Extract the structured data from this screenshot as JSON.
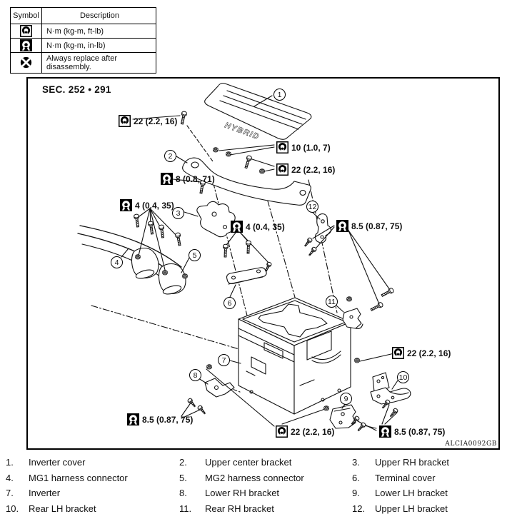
{
  "symbol_table": {
    "header": {
      "symbol": "Symbol",
      "description": "Description"
    },
    "rows": [
      {
        "icon": "torque-ftlb-icon",
        "description": "N·m (kg-m, ft-lb)"
      },
      {
        "icon": "torque-inlb-icon",
        "description": "N·m (kg-m, in-lb)"
      },
      {
        "icon": "replace-icon",
        "description": "Always replace after disassembly."
      }
    ]
  },
  "diagram": {
    "section_label": "SEC. 252 • 291",
    "figure_code": "ALCIA0092GB",
    "cover_marking": "HYBRID",
    "torque_labels": [
      {
        "unit": "ft-lb",
        "text": "22 (2.2, 16)"
      },
      {
        "unit": "ft-lb",
        "text": "10 (1.0, 7)"
      },
      {
        "unit": "ft-lb",
        "text": "22 (2.2, 16)"
      },
      {
        "unit": "in-lb",
        "text": "8 (0.8, 71)"
      },
      {
        "unit": "in-lb",
        "text": "4 (0.4, 35)"
      },
      {
        "unit": "in-lb",
        "text": "4 (0.4, 35)"
      },
      {
        "unit": "in-lb",
        "text": "8.5 (0.87, 75)"
      },
      {
        "unit": "ft-lb",
        "text": "22 (2.2, 16)"
      },
      {
        "unit": "in-lb",
        "text": "8.5 (0.87, 75)"
      },
      {
        "unit": "ft-lb",
        "text": "22 (2.2, 16)"
      },
      {
        "unit": "in-lb",
        "text": "8.5 (0.87, 75)"
      }
    ],
    "callouts": [
      "1",
      "2",
      "3",
      "4",
      "5",
      "6",
      "7",
      "8",
      "9",
      "10",
      "11",
      "12"
    ]
  },
  "parts_list": {
    "items": [
      {
        "num": "1.",
        "label": "Inverter cover"
      },
      {
        "num": "2.",
        "label": "Upper center bracket"
      },
      {
        "num": "3.",
        "label": "Upper RH bracket"
      },
      {
        "num": "4.",
        "label": "MG1 harness connector"
      },
      {
        "num": "5.",
        "label": "MG2 harness connector"
      },
      {
        "num": "6.",
        "label": "Terminal cover"
      },
      {
        "num": "7.",
        "label": "Inverter"
      },
      {
        "num": "8.",
        "label": "Lower RH bracket"
      },
      {
        "num": "9.",
        "label": "Lower LH bracket"
      },
      {
        "num": "10.",
        "label": "Rear LH bracket"
      },
      {
        "num": "11.",
        "label": "Rear RH bracket"
      },
      {
        "num": "12.",
        "label": "Upper LH bracket"
      }
    ]
  }
}
